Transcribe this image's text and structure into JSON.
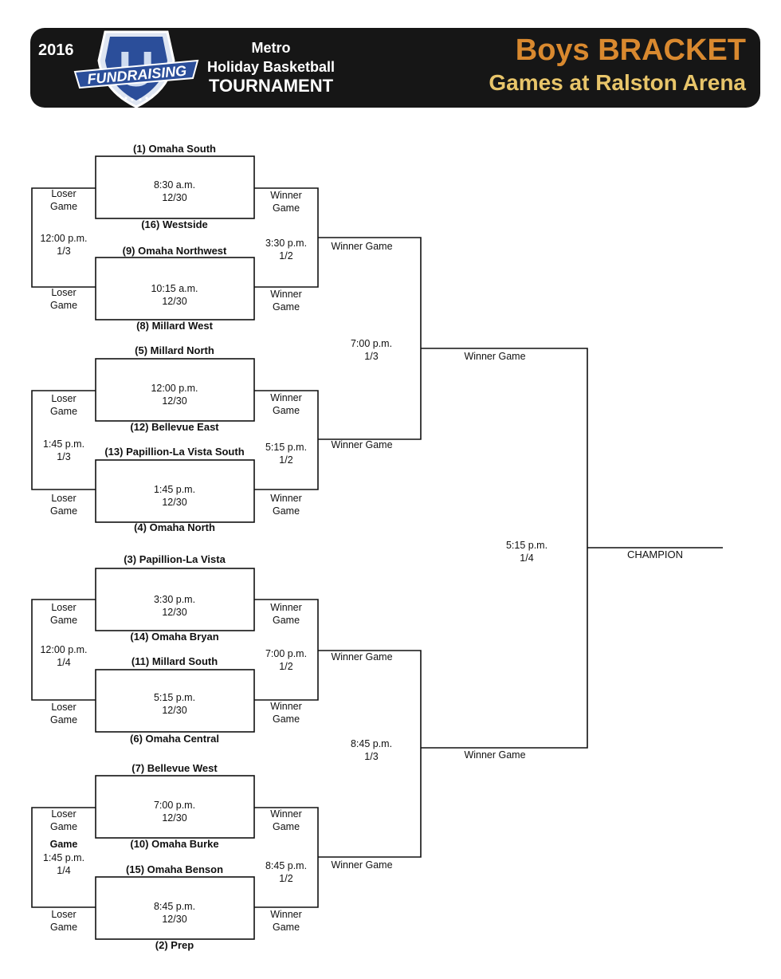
{
  "header": {
    "year": "2016",
    "logo_text": "FUNDRAISING",
    "logo_letter": "U",
    "tournament_line1": "Metro",
    "tournament_line2": "Holiday Basketball",
    "tournament_line3": "TOURNAMENT",
    "bracket_title": "Boys BRACKET",
    "venue": "Games at  Ralston Arena",
    "colors": {
      "banner": "#161616",
      "title": "#d9892f",
      "venue": "#e8c56a",
      "logo_blue": "#2b4e9a"
    }
  },
  "round1": [
    {
      "top_team": "(1) Omaha South",
      "time": "8:30 a.m.",
      "date": "12/30",
      "bottom_team": "(16) Westside"
    },
    {
      "top_team": "(9) Omaha Northwest",
      "time": "10:15 a.m.",
      "date": "12/30",
      "bottom_team": "(8) Millard West"
    },
    {
      "top_team": "(5) Millard North",
      "time": "12:00 p.m.",
      "date": "12/30",
      "bottom_team": "(12) Bellevue East"
    },
    {
      "top_team": "(13) Papillion-La Vista South",
      "time": "1:45 p.m.",
      "date": "12/30",
      "bottom_team": "(4) Omaha North"
    },
    {
      "top_team": "(3) Papillion-La Vista",
      "time": "3:30 p.m.",
      "date": "12/30",
      "bottom_team": "(14) Omaha Bryan"
    },
    {
      "top_team": "(11) Millard South",
      "time": "5:15 p.m.",
      "date": "12/30",
      "bottom_team": "(6) Omaha Central"
    },
    {
      "top_team": "(7) Bellevue West",
      "time": "7:00 p.m.",
      "date": "12/30",
      "bottom_team": "(10) Omaha Burke"
    },
    {
      "top_team": "(15) Omaha Benson",
      "time": "8:45 p.m.",
      "date": "12/30",
      "bottom_team": "(2) Prep"
    }
  ],
  "labels": {
    "loser": "Loser",
    "game": "Game",
    "winner": "Winner",
    "winner_game": "Winner Game",
    "champion": "CHAMPION"
  },
  "consolation": [
    {
      "time": "12:00 p.m.",
      "date": "1/3",
      "extra": ""
    },
    {
      "time": "1:45 p.m.",
      "date": "1/3",
      "extra": ""
    },
    {
      "time": "12:00 p.m.",
      "date": "1/4",
      "extra": ""
    },
    {
      "time": "1:45 p.m.",
      "date": "1/4",
      "extra": "Game"
    }
  ],
  "quarterfinals": [
    {
      "time": "3:30 p.m.",
      "date": "1/2"
    },
    {
      "time": "5:15 p.m.",
      "date": "1/2"
    },
    {
      "time": "7:00 p.m.",
      "date": "1/2"
    },
    {
      "time": "8:45 p.m.",
      "date": "1/2"
    }
  ],
  "semifinals": [
    {
      "time": "7:00 p.m.",
      "date": "1/3"
    },
    {
      "time": "8:45 p.m.",
      "date": "1/3"
    }
  ],
  "final": {
    "time": "5:15 p.m.",
    "date": "1/4"
  }
}
